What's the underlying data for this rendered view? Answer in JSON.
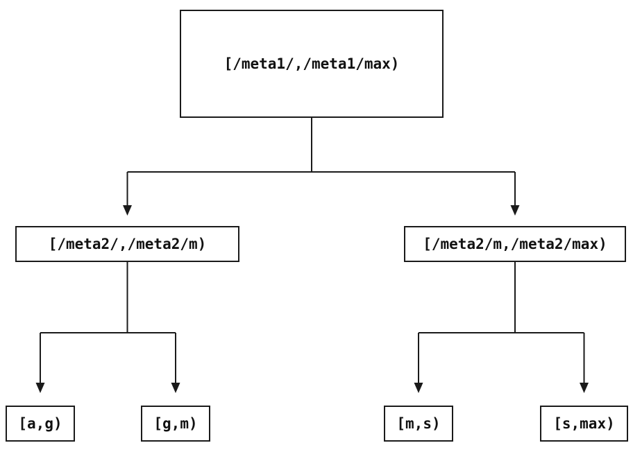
{
  "diagram": {
    "type": "tree",
    "nodes": {
      "root": {
        "label": "[/meta1/,/meta1/max)"
      },
      "left": {
        "label": "[/meta2/,/meta2/m)"
      },
      "right": {
        "label": "[/meta2/m,/meta2/max)"
      },
      "leaf_ag": {
        "label": "[a,g)"
      },
      "leaf_gm": {
        "label": "[g,m)"
      },
      "leaf_ms": {
        "label": "[m,s)"
      },
      "leaf_smax": {
        "label": "[s,max)"
      }
    },
    "edges": [
      {
        "from": "root",
        "to": "left"
      },
      {
        "from": "root",
        "to": "right"
      },
      {
        "from": "left",
        "to": "leaf_ag"
      },
      {
        "from": "left",
        "to": "leaf_gm"
      },
      {
        "from": "right",
        "to": "leaf_ms"
      },
      {
        "from": "right",
        "to": "leaf_smax"
      }
    ],
    "colors": {
      "background": "#ffffff",
      "box_border": "#1a1a1a",
      "line": "#1a1a1a",
      "text": "#111111"
    }
  }
}
